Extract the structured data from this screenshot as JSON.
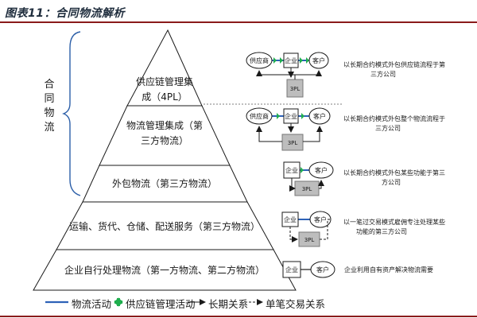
{
  "title": "图表11：合同物流解析",
  "side_label": "合同物流",
  "pyramid": {
    "level1": [
      "供应链管理集",
      "成（4PL）"
    ],
    "level2": [
      "物流管理集成（第",
      "三方物流）"
    ],
    "level3": "外包物流（第三方物流）",
    "level4": "运输、货代、仓储、配送服务（第三方物流）",
    "level5": "企业自行处理物流（第一方物流、第二方物流）"
  },
  "nodes": {
    "supplier": "供应商",
    "enterprise": "企业",
    "customer": "客户",
    "tpl": "3PL"
  },
  "descriptions": {
    "row1": [
      "以长期合约模式外包供应链流程于第",
      "三方公司"
    ],
    "row2": [
      "以长期合约模式外包整个物流流程于",
      "三方公司"
    ],
    "row3": [
      "以长期合约模式外包某些功能于第三",
      "方公司"
    ],
    "row4": [
      "以一笔过交易模式雇佣专注处理某些",
      "功能的第三方公司"
    ],
    "row5": "企业利用自有资产解决物流需要"
  },
  "legend": {
    "logistics_activity": "物流活动",
    "scm_activity": "供应链管理活动",
    "long_term": "长期关系",
    "single_trade": "单笔交易关系"
  },
  "colors": {
    "accent_red": "#8a1b1b",
    "line_blue": "#2e62b8",
    "scm_green": "#1fae4e",
    "bracket_blue": "#2c5fa8",
    "box_gray": "#bdbdbd"
  }
}
